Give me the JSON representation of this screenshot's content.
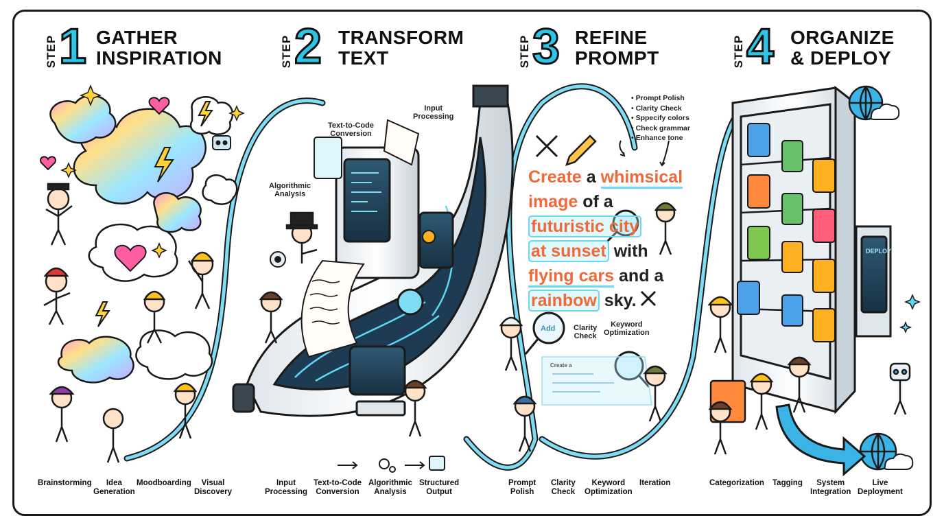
{
  "steps": [
    {
      "word": "STEP",
      "number": "1",
      "title_line1": "GATHER",
      "title_line2": "INSPIRATION"
    },
    {
      "word": "STEP",
      "number": "2",
      "title_line1": "TRANSFORM",
      "title_line2": "TEXT"
    },
    {
      "word": "STEP",
      "number": "3",
      "title_line1": "REFINE",
      "title_line2": "PROMPT"
    },
    {
      "word": "STEP",
      "number": "4",
      "title_line1": "ORGANIZE",
      "title_line2": "& DEPLOY"
    }
  ],
  "step1_labels": [
    {
      "line1": "Brainstorming",
      "line2": ""
    },
    {
      "line1": "Idea",
      "line2": "Generation"
    },
    {
      "line1": "Moodboarding",
      "line2": ""
    },
    {
      "line1": "Visual",
      "line2": "Discovery"
    }
  ],
  "step2_labels": [
    {
      "line1": "Input",
      "line2": "Processing"
    },
    {
      "line1": "Text-to-Code",
      "line2": "Conversion"
    },
    {
      "line1": "Algorithmic",
      "line2": "Analysis"
    },
    {
      "line1": "Structured",
      "line2": "Output"
    }
  ],
  "step3_labels": [
    {
      "line1": "Prompt",
      "line2": "Polish"
    },
    {
      "line1": "Clarity",
      "line2": "Check"
    },
    {
      "line1": "Keyword",
      "line2": "Optimization"
    },
    {
      "line1": "Iteration",
      "line2": ""
    }
  ],
  "step4_labels": [
    {
      "line1": "Categorization",
      "line2": ""
    },
    {
      "line1": "Tagging",
      "line2": ""
    },
    {
      "line1": "System",
      "line2": "Integration"
    },
    {
      "line1": "Live",
      "line2": "Deployment"
    }
  ],
  "step2_notes": {
    "input_processing": {
      "line1": "Input",
      "line2": "Processing"
    },
    "text_to_code": {
      "line1": "Text-to-Code",
      "line2": "Conversion"
    },
    "algorithmic": {
      "line1": "Algorithmic",
      "line2": "Analysis"
    }
  },
  "step3_notes": {
    "checklist": [
      "Prompt Polish",
      "Clarity Check",
      "Sppecify colors",
      "Check grammar",
      "Enhance tone"
    ],
    "clarity": {
      "line1": "Clarity",
      "line2": "Check"
    },
    "keyword": {
      "line1": "Keyword",
      "line2": "Optimization"
    },
    "add_button": "Add",
    "mini_doc_title": "Create a"
  },
  "prompt": {
    "w1": "Create",
    "w2": "a",
    "w3": "whimsical",
    "w4": "image",
    "w5": "of a",
    "w6": "futuristic city",
    "w7": "at sunset",
    "w8": "with",
    "w9": "flying cars",
    "w10": "and a",
    "w11": "rainbow",
    "w12": "sky."
  },
  "step4_notes": {
    "deploy_panel": "DEPLOY"
  },
  "colors": {
    "accent_cyan": "#2ec4e6",
    "orange": "#ef6a3a",
    "outline": "#1a1a1a"
  },
  "icons": [
    "sparkle-icon",
    "heart-icon",
    "lightning-icon",
    "robot-icon",
    "music-icon",
    "gear-icon",
    "wrench-icon",
    "pencil-icon",
    "magnifier-icon",
    "globe-icon",
    "cloud-icon"
  ]
}
